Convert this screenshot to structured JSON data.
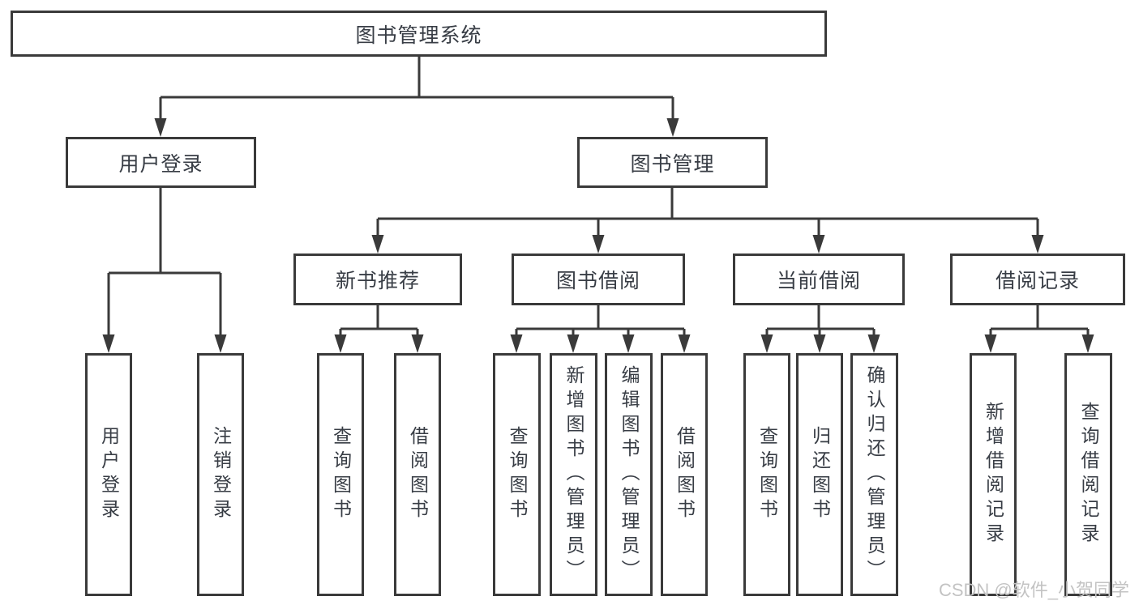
{
  "diagram": {
    "root": {
      "label": "图书管理系统"
    },
    "branches": [
      {
        "label": "用户登录",
        "children": [
          {
            "label": "用户登录"
          },
          {
            "label": "注销登录"
          }
        ]
      },
      {
        "label": "图书管理",
        "children": [
          {
            "label": "新书推荐",
            "children": [
              {
                "label": "查询图书"
              },
              {
                "label": "借阅图书"
              }
            ]
          },
          {
            "label": "图书借阅",
            "children": [
              {
                "label": "查询图书"
              },
              {
                "label": "新增图书（管理员）"
              },
              {
                "label": "编辑图书（管理员）"
              },
              {
                "label": "借阅图书"
              }
            ]
          },
          {
            "label": "当前借阅",
            "children": [
              {
                "label": "查询图书"
              },
              {
                "label": "归还图书"
              },
              {
                "label": "确认归还（管理员）"
              }
            ]
          },
          {
            "label": "借阅记录",
            "children": [
              {
                "label": "新增借阅记录"
              },
              {
                "label": "查询借阅记录"
              }
            ]
          }
        ]
      }
    ]
  },
  "watermark": {
    "text": "CSDN @软件_小贺同学"
  },
  "colors": {
    "line": "#3a3a3a",
    "box_border": "#3a3a3a",
    "text": "#383d45",
    "watermark": "#c3c3c3",
    "background": "#ffffff"
  }
}
